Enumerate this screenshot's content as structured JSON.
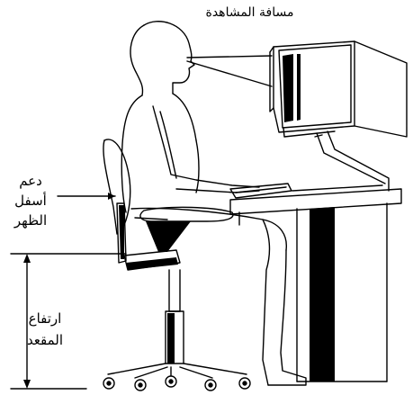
{
  "labels": {
    "viewing_distance": "مسافة المشاهدة",
    "lower_back_support_line1": "دعم",
    "lower_back_support_line2": "أسفل",
    "lower_back_support_line3": "الظهر",
    "seat_height_line1": "ارتفاع",
    "seat_height_line2": "المقعد"
  }
}
